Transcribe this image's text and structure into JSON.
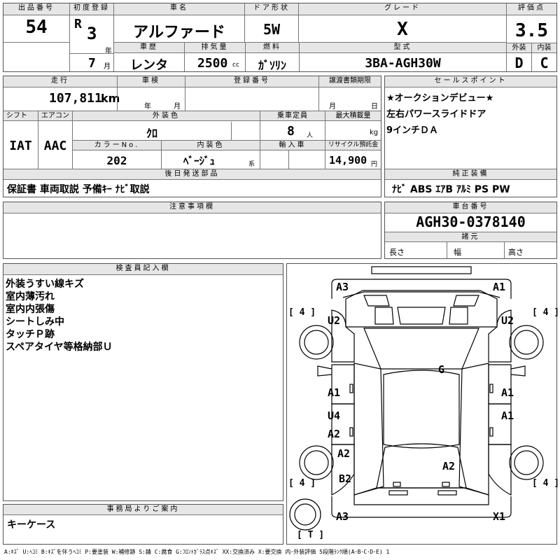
{
  "top": {
    "lot_label": "出品番号",
    "lot": "54",
    "reg_label": "初度登録",
    "era": "R",
    "year": "3",
    "year_unit": "年",
    "month": "7",
    "month_unit": "月",
    "name_label": "車名",
    "name": "アルファード",
    "door_label": "ドア形状",
    "door": "5W",
    "grade_label": "グレード",
    "grade": "X",
    "score_label": "評価点",
    "score": "3.5",
    "history_label": "車歴",
    "history": "レンタ",
    "cc_label": "排気量",
    "cc": "2500",
    "cc_unit": "cc",
    "fuel_label": "燃料",
    "fuel": "ｶﾞｿﾘﾝ",
    "model_label": "型式",
    "model": "3BA-AGH30W",
    "ext_label": "外装",
    "ext": "D",
    "int_label": "内装",
    "int": "C"
  },
  "mid": {
    "mileage_label": "走行",
    "mileage": "107,811",
    "mileage_unit": "km",
    "inspect_label": "車検",
    "inspect_y": "年",
    "inspect_m": "月",
    "regno_label": "登録番号",
    "transfer_label": "譲渡書類期限",
    "transfer_m": "月",
    "transfer_d": "日",
    "shift_label": "シフト",
    "shift": "IAT",
    "ac_label": "エアコン",
    "ac": "AAC",
    "color_label": "外装色",
    "color": "ｸﾛ",
    "seats_label": "乗車定員",
    "seats": "8",
    "seats_unit": "人",
    "load_label": "最大積載量",
    "load_unit": "kg",
    "colorno_label": "カラーNo.",
    "colorno": "202",
    "intcolor_label": "内装色",
    "intcolor": "ﾍﾞｰｼﾞｭ",
    "intcolor_unit": "系",
    "import_label": "輸入車",
    "recycle_label": "リサイクル預託金",
    "recycle": "14,900",
    "recycle_unit": "円",
    "later_label": "後日発送部品",
    "later": "保証書 車両取説 予備ｷｰ ﾅﾋﾞ取説",
    "notes_label": "注意事項欄"
  },
  "side": {
    "sales_label": "セールスポイント",
    "sales": [
      "★オークションデビュー★",
      "左右パワースライドドア",
      "9インチＤＡ"
    ],
    "equip_label": "純正装備",
    "equip": "ﾅﾋﾞ ABS ｴｱB ｱﾙﾐ PS PW",
    "chassis_label": "車台番号",
    "chassis": "AGH30-0378140",
    "spec_label": "諸元",
    "len": "長さ",
    "wid": "幅",
    "hei": "高さ"
  },
  "inspector": {
    "label": "検査員記入欄",
    "lines": [
      "外装うすい線キズ",
      "室内薄汚れ",
      "室内内張傷",
      "シートしみ中",
      "タッチＰ跡",
      "スペアタイヤ等格納部Ｕ"
    ]
  },
  "office": {
    "label": "事務局よりご案内",
    "text": "キーケース"
  },
  "diagram": {
    "a3_fl": "A3",
    "a1_fr": "A1",
    "u2_l": "U2",
    "u2_r": "U2",
    "g": "G",
    "a1_l": "A1",
    "a1_r": "A1",
    "u4": "U4",
    "a1_r2": "A1",
    "a2_l": "A2",
    "a2_l2": "A2",
    "a2_c": "A2",
    "b2": "B2",
    "a3_rl": "A3",
    "x1": "X1",
    "tire": "4",
    "spare": "T"
  },
  "legend": "A:ｷｽﾞ U:ﾍｺﾐ B:ｷｽﾞを伴うﾍｺﾐ P:要塗装 W:補修跡 S:錆 C:腐食 G:ﾌﾛﾝﾄｶﾞﾗｽ点ｷｽﾞ XX:交換済み X:要交換 内･外装評価 5段階ﾗﾝｸ順(A･B･C･D･E) 1"
}
